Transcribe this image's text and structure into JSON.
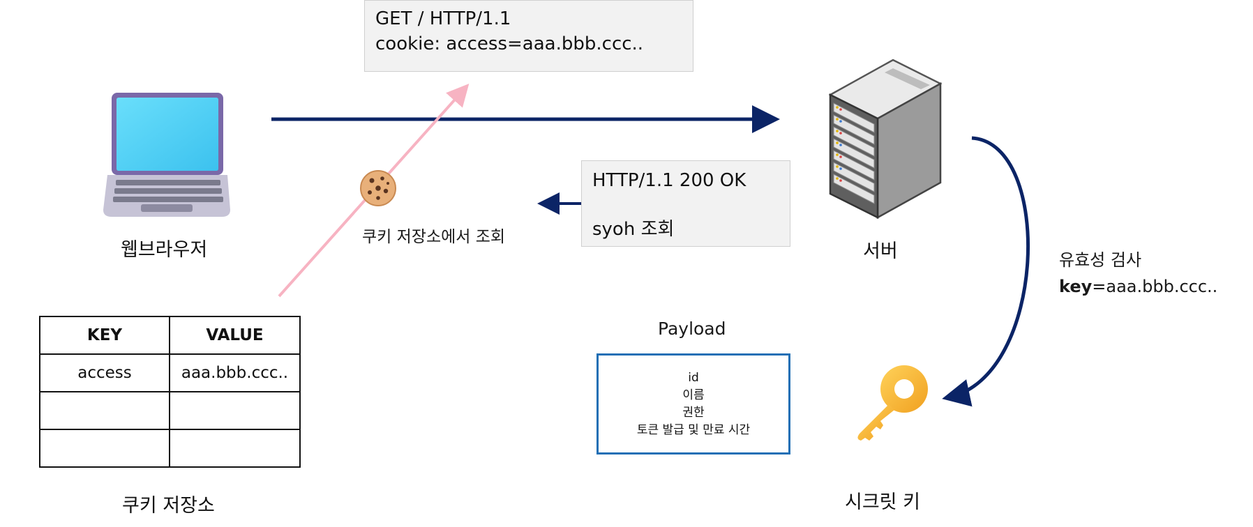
{
  "request": {
    "line1": "GET  / HTTP/1.1",
    "line2": "cookie: access=aaa.bbb.ccc.."
  },
  "response": {
    "line1": "HTTP/1.1 200 OK",
    "line2": "syoh 조회"
  },
  "labels": {
    "browser": "웹브라우저",
    "server": "서버",
    "cookie_lookup": "쿠키 저장소에서 조회",
    "cookie_store": "쿠키 저장소",
    "secret_key": "시크릿 키",
    "payload_title": "Payload"
  },
  "validation": {
    "line1": "유효성 검사",
    "key_bold": "key",
    "key_rest": "=aaa.bbb.ccc.."
  },
  "cookie_table": {
    "headers": [
      "KEY",
      "VALUE"
    ],
    "rows": [
      [
        "access",
        "aaa.bbb.ccc.."
      ],
      [
        "",
        ""
      ],
      [
        "",
        ""
      ]
    ]
  },
  "payload": {
    "items": [
      "id",
      "이름",
      "권한",
      "토큰 발급 및 만료 시간"
    ]
  },
  "colors": {
    "arrow_navy": "#0b2466",
    "arrow_pink": "#f7b3c2",
    "payload_border": "#1f6fb5"
  }
}
